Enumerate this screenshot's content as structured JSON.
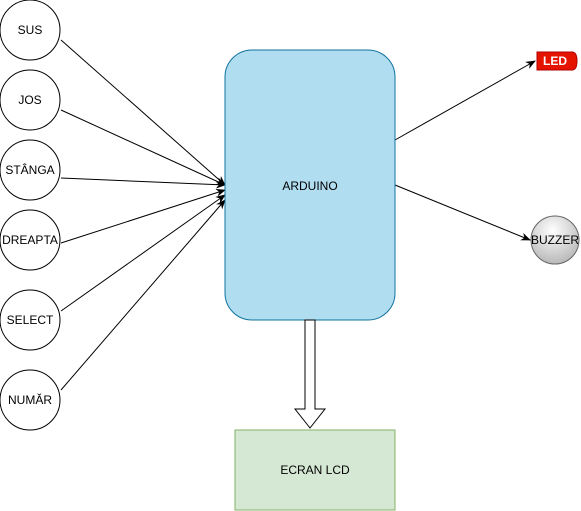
{
  "diagram": {
    "inputs": [
      {
        "id": "sus",
        "label": "SUS"
      },
      {
        "id": "jos",
        "label": "JOS"
      },
      {
        "id": "stanga",
        "label": "STÂNGA"
      },
      {
        "id": "dreapta",
        "label": "DREAPTA"
      },
      {
        "id": "select",
        "label": "SELECT"
      },
      {
        "id": "numar",
        "label": "NUMĂR"
      }
    ],
    "controller": {
      "label": "ARDUINO",
      "fill": "#b1ddf0",
      "stroke": "#10739e"
    },
    "led": {
      "label": "LED",
      "fill": "#e51400",
      "stroke": "#b20000"
    },
    "buzzer": {
      "label": "BUZZER"
    },
    "display": {
      "label": "ECRAN LCD",
      "fill": "#d5e8d4",
      "stroke": "#82b366"
    }
  }
}
